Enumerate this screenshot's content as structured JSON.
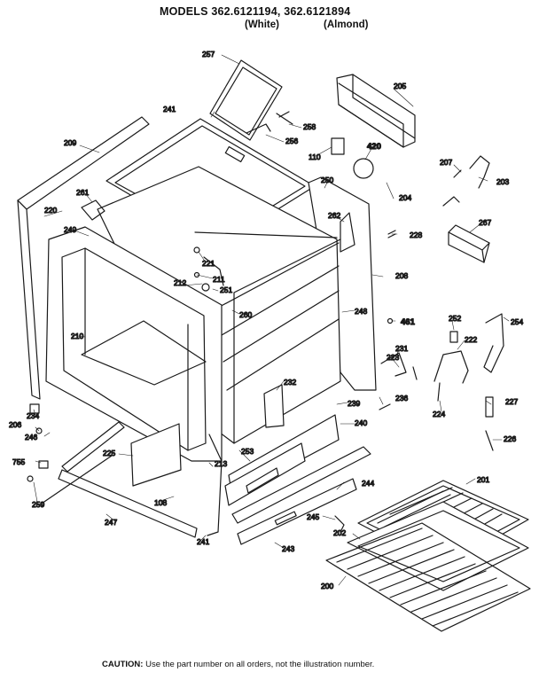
{
  "header": {
    "title": "MODELS 362.6121194, 362.6121894",
    "variant_white": "(White)",
    "variant_almond": "(Almond)"
  },
  "parts": {
    "p257": "257",
    "p205": "205",
    "p241a": "241",
    "p258": "258",
    "p209": "209",
    "p256": "256",
    "p110": "110",
    "p420": "420",
    "p207": "207",
    "p203": "203",
    "p250": "250",
    "p204": "204",
    "p261": "261",
    "p220": "220",
    "p262": "262",
    "p267": "267",
    "p249": "249",
    "p228": "228",
    "p221": "221",
    "p208": "208",
    "p212": "212",
    "p211": "211",
    "p251": "251",
    "p260": "260",
    "p248": "248",
    "p461": "461",
    "p252": "252",
    "p254": "254",
    "p210": "210",
    "p231": "231",
    "p222": "222",
    "p223": "223",
    "p232": "232",
    "p236": "236",
    "p239": "239",
    "p227": "227",
    "p234": "234",
    "p224": "224",
    "p206": "206",
    "p240": "240",
    "p246": "246",
    "p226": "226",
    "p225": "225",
    "p253": "253",
    "p755": "755",
    "p213": "213",
    "p201": "201",
    "p259": "259",
    "p244": "244",
    "p108": "108",
    "p245": "245",
    "p247": "247",
    "p202": "202",
    "p241b": "241",
    "p243": "243",
    "p200": "200"
  },
  "caution": {
    "label": "CAUTION:",
    "text": "Use the part number on all orders, not the illustration number."
  }
}
